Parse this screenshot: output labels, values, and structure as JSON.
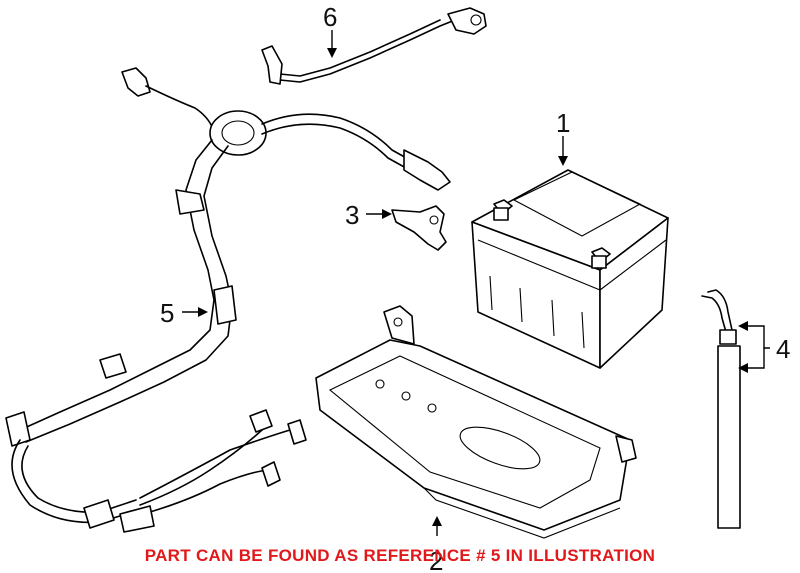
{
  "callouts": {
    "c1": "1",
    "c2": "2",
    "c3": "3",
    "c4": "4",
    "c5": "5",
    "c6": "6"
  },
  "note": {
    "text": "PART CAN BE FOUND AS REFERENCE # 5 IN ILLUSTRATION",
    "color": "#e0191b"
  }
}
